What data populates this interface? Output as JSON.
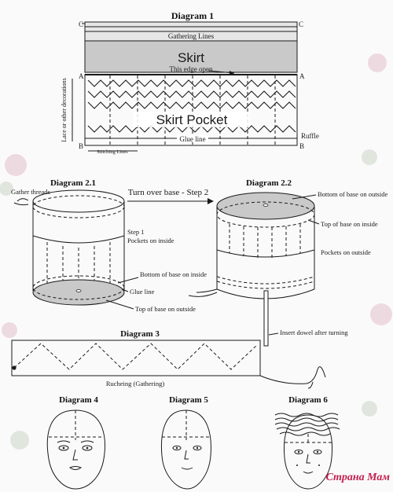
{
  "colors": {
    "ink": "#1a1a1a",
    "gray_fill": "#c9c9c9",
    "panel_fill": "#e6e6e6",
    "watermark": "#c21f4e"
  },
  "diagram1": {
    "title": "Diagram 1",
    "corner_c": "C",
    "corner_a": "A",
    "corner_b": "B",
    "gathering_lines": "Gathering Lines",
    "skirt": "Skirt",
    "edge_open": "This edge open",
    "side_label": "Lace or other decorations",
    "skirt_pocket": "Skirt Pocket",
    "glue_line": "Glue line",
    "ruffle": "Ruffle",
    "stitching_lines": "Stitching Lines"
  },
  "diagram21": {
    "title": "Diagram 2.1",
    "gather_threads": "Gather threads",
    "step1": "Step 1",
    "pockets_inside": "Pockets on inside",
    "bottom_inside": "Bottom of base on inside",
    "glue_line": "Glue line",
    "top_outside": "Top of base on outside"
  },
  "turn_over": "Turn over base - Step 2",
  "diagram22": {
    "title": "Diagram 2.2",
    "bottom_outside": "Bottom of base on outside",
    "top_inside": "Top of base on inside",
    "pockets_outside": "Pockets on outside",
    "insert_dowel": "Insert dowel after turning"
  },
  "diagram3": {
    "title": "Diagram 3",
    "rucheing": "Rucheing (Gathering)"
  },
  "diagram4": {
    "title": "Diagram 4"
  },
  "diagram5": {
    "title": "Diagram 5"
  },
  "diagram6": {
    "title": "Diagram 6"
  },
  "watermark": "Страна Мам"
}
